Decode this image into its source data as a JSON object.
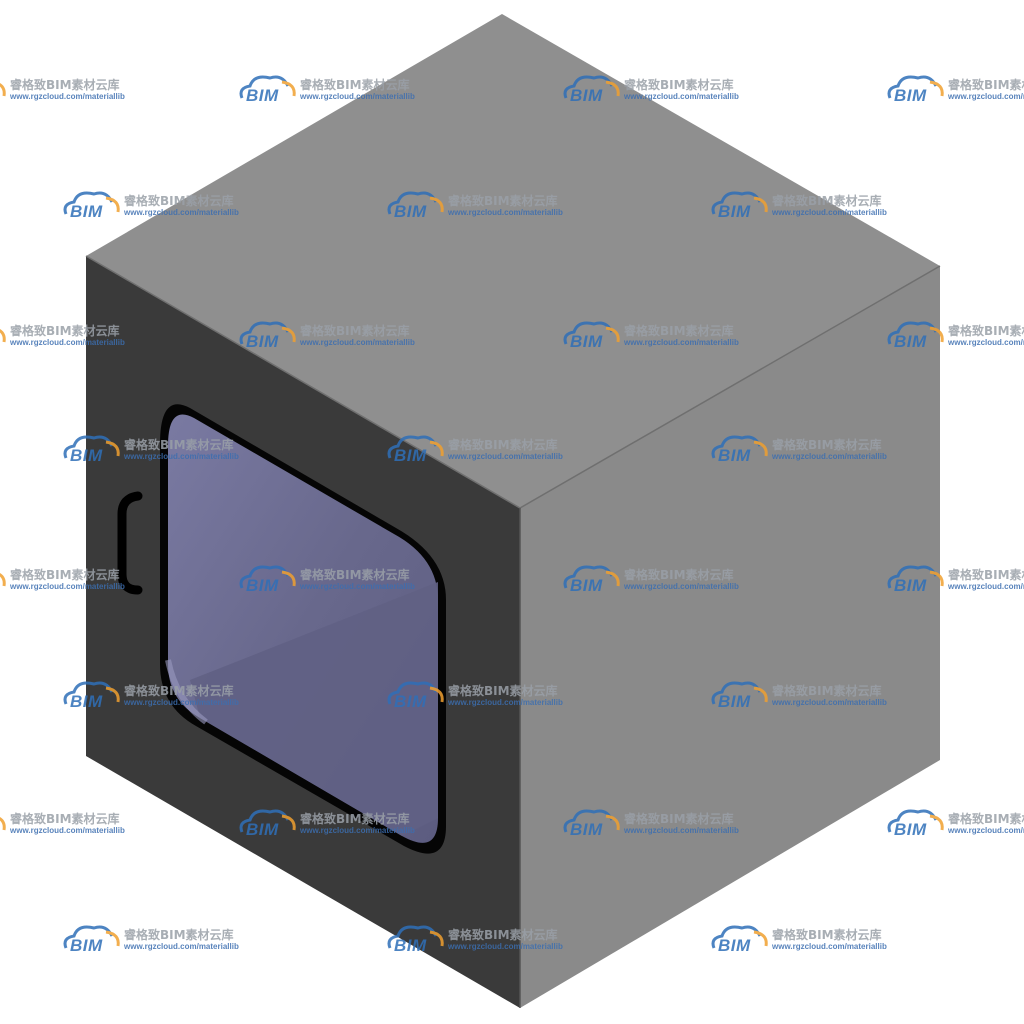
{
  "watermark": {
    "logo_text": "BIM",
    "title": "睿格致BIM素材云库",
    "url": "www.rgzcloud.com/materiallib",
    "logo_color": "#2f6fb8",
    "accent_color": "#f0a030"
  },
  "object": {
    "kind": "pass-box cabinet",
    "colors": {
      "top": "#8e8e8e",
      "right": "#8b8b8b",
      "left": "#3a3a3a",
      "window_glass": "#6a6a8e",
      "frame": "#050505"
    }
  }
}
